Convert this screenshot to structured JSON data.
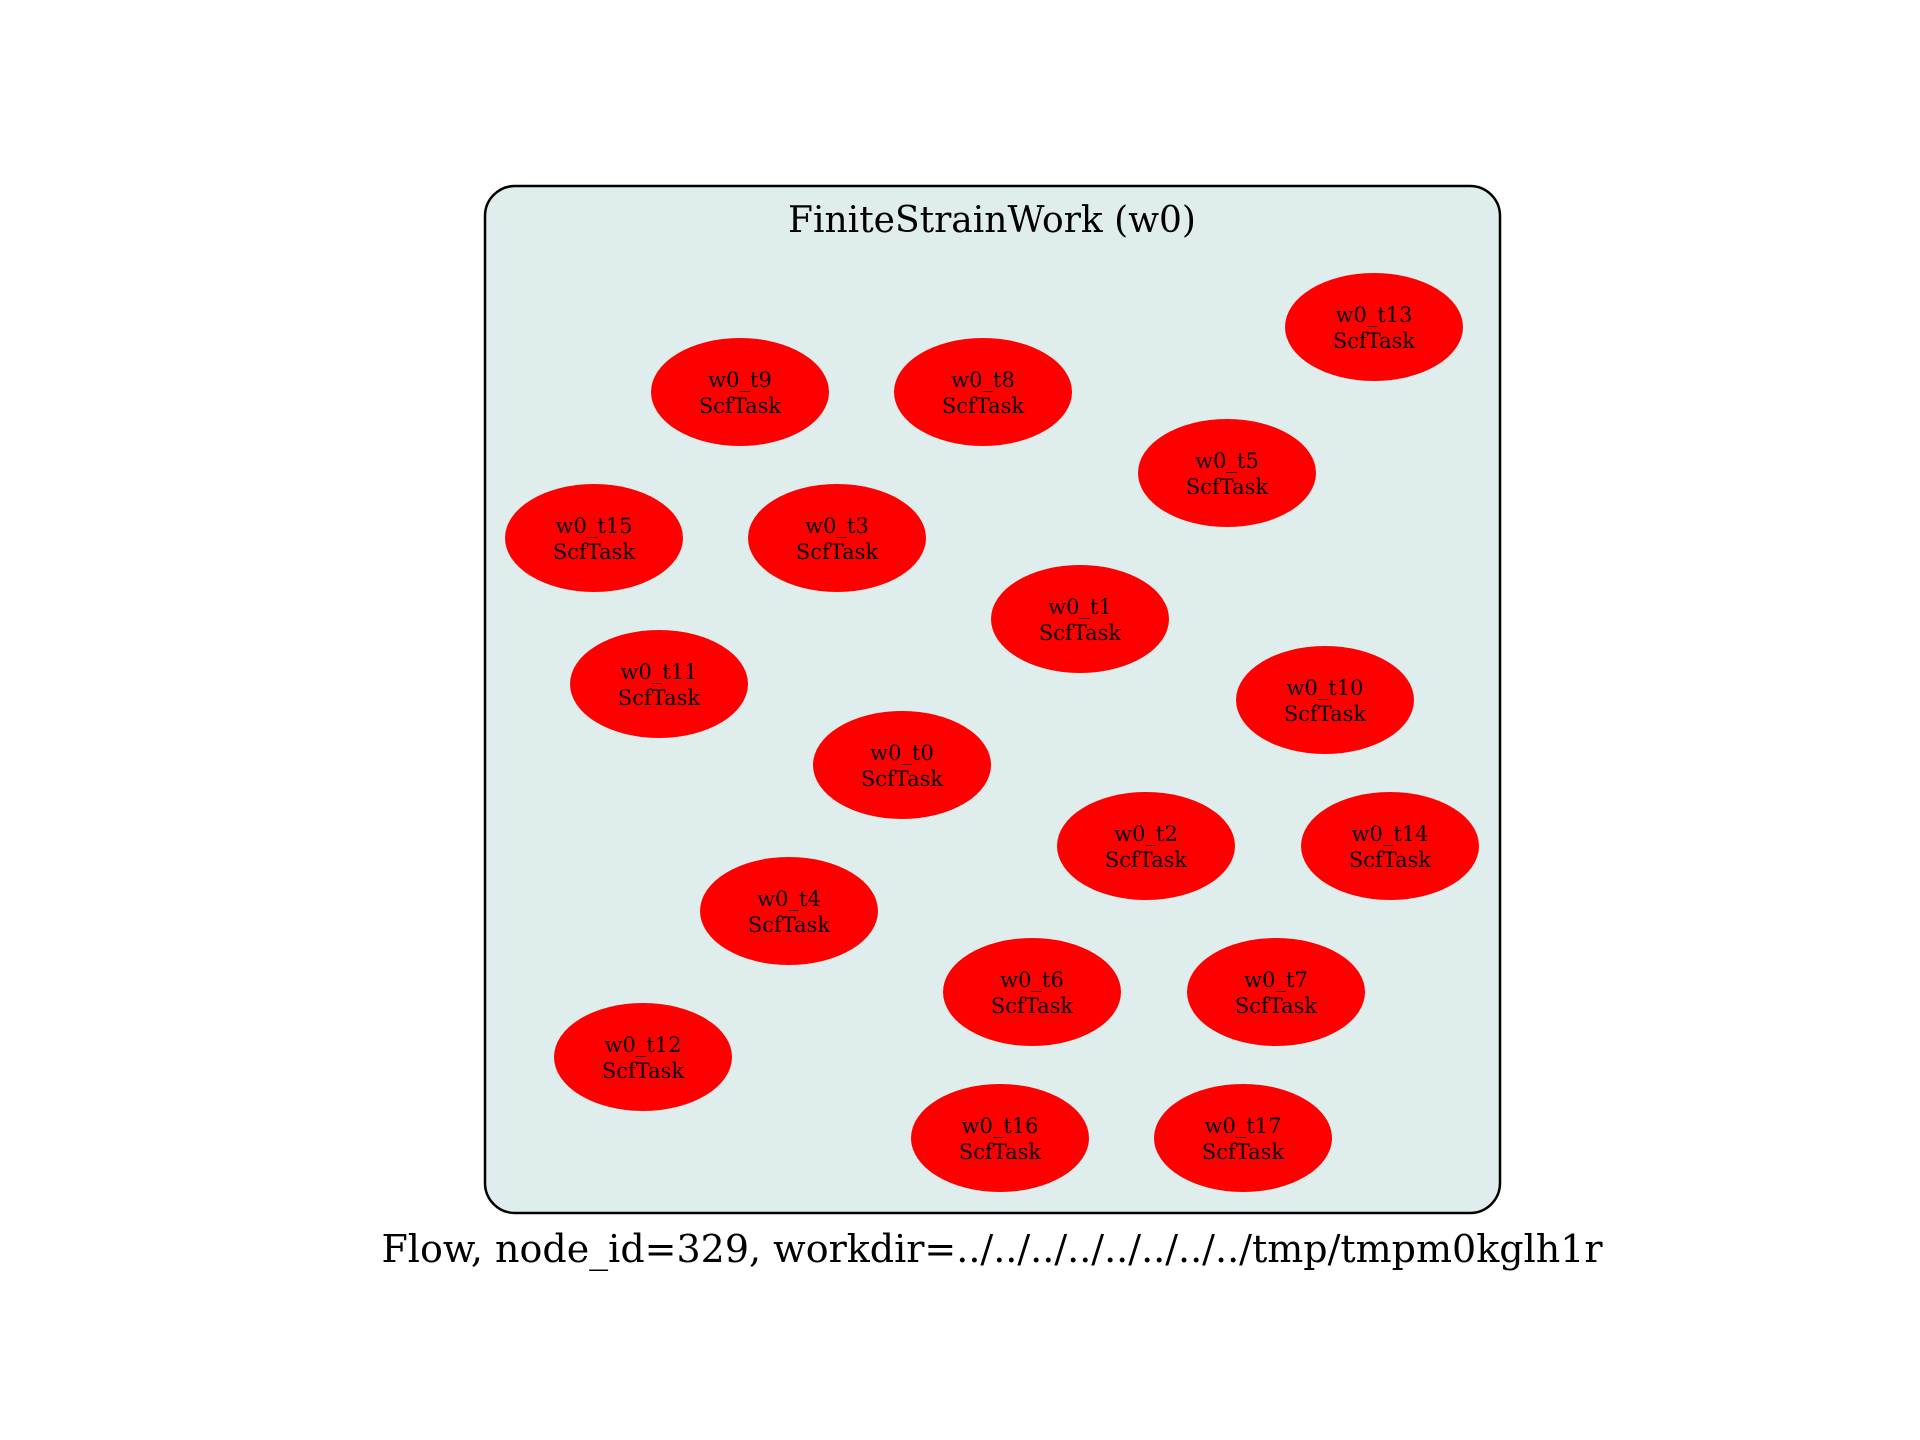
{
  "graph": {
    "label": "Flow, node_id=329, workdir=../../../../../../../../tmp/tmpm0kglh1r"
  },
  "cluster": {
    "title": "FiniteStrainWork (w0)",
    "fill_color": "#e0eded",
    "border_color": "#000000"
  },
  "nodes": [
    {
      "id": "w0_t13",
      "label": "w0_t13",
      "type": "ScfTask",
      "color": "#ff0000"
    },
    {
      "id": "w0_t9",
      "label": "w0_t9",
      "type": "ScfTask",
      "color": "#ff0000"
    },
    {
      "id": "w0_t8",
      "label": "w0_t8",
      "type": "ScfTask",
      "color": "#ff0000"
    },
    {
      "id": "w0_t5",
      "label": "w0_t5",
      "type": "ScfTask",
      "color": "#ff0000"
    },
    {
      "id": "w0_t15",
      "label": "w0_t15",
      "type": "ScfTask",
      "color": "#ff0000"
    },
    {
      "id": "w0_t3",
      "label": "w0_t3",
      "type": "ScfTask",
      "color": "#ff0000"
    },
    {
      "id": "w0_t1",
      "label": "w0_t1",
      "type": "ScfTask",
      "color": "#ff0000"
    },
    {
      "id": "w0_t11",
      "label": "w0_t11",
      "type": "ScfTask",
      "color": "#ff0000"
    },
    {
      "id": "w0_t10",
      "label": "w0_t10",
      "type": "ScfTask",
      "color": "#ff0000"
    },
    {
      "id": "w0_t0",
      "label": "w0_t0",
      "type": "ScfTask",
      "color": "#ff0000"
    },
    {
      "id": "w0_t2",
      "label": "w0_t2",
      "type": "ScfTask",
      "color": "#ff0000"
    },
    {
      "id": "w0_t14",
      "label": "w0_t14",
      "type": "ScfTask",
      "color": "#ff0000"
    },
    {
      "id": "w0_t4",
      "label": "w0_t4",
      "type": "ScfTask",
      "color": "#ff0000"
    },
    {
      "id": "w0_t6",
      "label": "w0_t6",
      "type": "ScfTask",
      "color": "#ff0000"
    },
    {
      "id": "w0_t7",
      "label": "w0_t7",
      "type": "ScfTask",
      "color": "#ff0000"
    },
    {
      "id": "w0_t12",
      "label": "w0_t12",
      "type": "ScfTask",
      "color": "#ff0000"
    },
    {
      "id": "w0_t16",
      "label": "w0_t16",
      "type": "ScfTask",
      "color": "#ff0000"
    },
    {
      "id": "w0_t17",
      "label": "w0_t17",
      "type": "ScfTask",
      "color": "#ff0000"
    }
  ]
}
